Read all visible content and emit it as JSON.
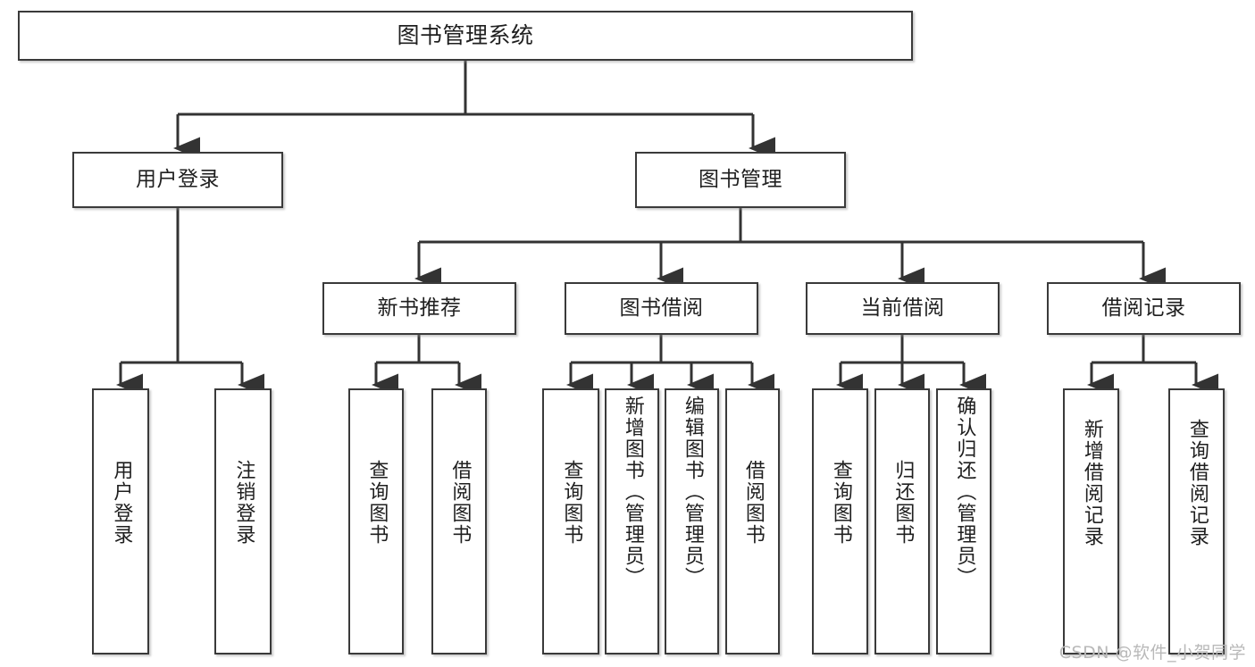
{
  "diagram": {
    "type": "hierarchy-tree",
    "title_node": {
      "id": "root",
      "label": "图书管理系统"
    },
    "level2": [
      {
        "id": "user-login",
        "label": "用户登录"
      },
      {
        "id": "book-management",
        "label": "图书管理"
      }
    ],
    "level3": [
      {
        "id": "new-book-recommend",
        "label": "新书推荐",
        "parent": "book-management"
      },
      {
        "id": "book-borrow",
        "label": "图书借阅",
        "parent": "book-management"
      },
      {
        "id": "current-borrow",
        "label": "当前借阅",
        "parent": "book-management"
      },
      {
        "id": "borrow-record",
        "label": "借阅记录",
        "parent": "book-management"
      }
    ],
    "leaves": [
      {
        "id": "leaf-user-login",
        "label": "用户登录",
        "parent": "user-login"
      },
      {
        "id": "leaf-logout-login",
        "label": "注销登录",
        "parent": "user-login"
      },
      {
        "id": "leaf-query-book-1",
        "label": "查询图书",
        "parent": "new-book-recommend"
      },
      {
        "id": "leaf-borrow-book-1",
        "label": "借阅图书",
        "parent": "new-book-recommend"
      },
      {
        "id": "leaf-query-book-2",
        "label": "查询图书",
        "parent": "book-borrow"
      },
      {
        "id": "leaf-add-book",
        "label": "新增图书（管理员）",
        "parent": "book-borrow"
      },
      {
        "id": "leaf-edit-book",
        "label": "编辑图书（管理员）",
        "parent": "book-borrow"
      },
      {
        "id": "leaf-borrow-book-2",
        "label": "借阅图书",
        "parent": "book-borrow"
      },
      {
        "id": "leaf-query-book-3",
        "label": "查询图书",
        "parent": "current-borrow"
      },
      {
        "id": "leaf-return-book",
        "label": "归还图书",
        "parent": "current-borrow"
      },
      {
        "id": "leaf-confirm-return",
        "label": "确认归还（管理员）",
        "parent": "current-borrow"
      },
      {
        "id": "leaf-add-record",
        "label": "新增借阅记录",
        "parent": "borrow-record"
      },
      {
        "id": "leaf-query-record",
        "label": "查询借阅记录",
        "parent": "borrow-record"
      }
    ],
    "colors": {
      "border": "#3a3a3a",
      "background": "#ffffff",
      "text": "#1f1f1f",
      "connector": "#333333",
      "watermark": "#b9b9b9"
    }
  },
  "watermark": {
    "text": "CSDN @软件_小贺同学"
  }
}
